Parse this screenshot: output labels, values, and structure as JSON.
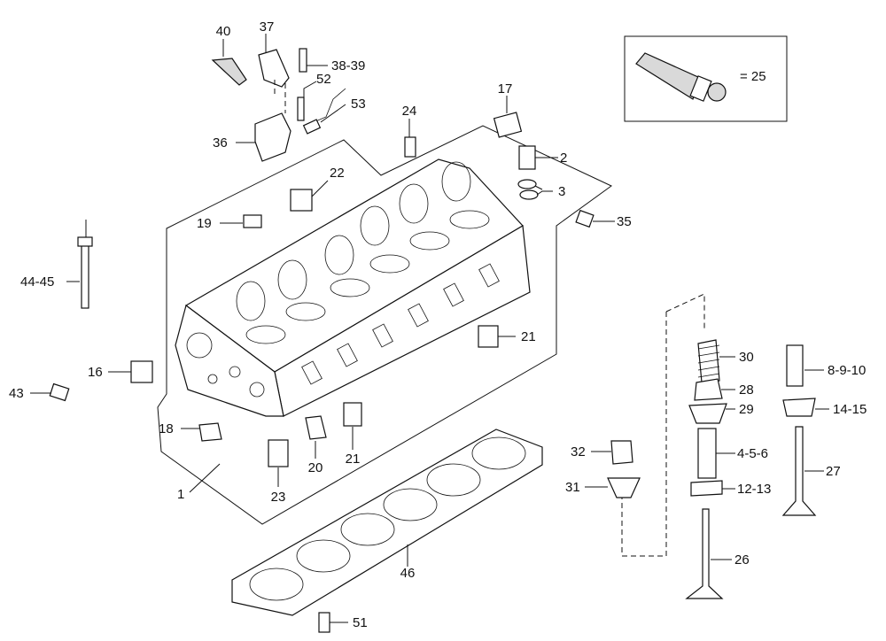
{
  "callouts": {
    "p1": "1",
    "p2": "2",
    "p3": "3",
    "p16": "16",
    "p17": "17",
    "p18": "18",
    "p19": "19",
    "p20": "20",
    "p21a": "21",
    "p21b": "21",
    "p22": "22",
    "p23": "23",
    "p24": "24",
    "p25": "= 25",
    "p26": "26",
    "p27": "27",
    "p28": "28",
    "p29": "29",
    "p30": "30",
    "p31": "31",
    "p32": "32",
    "p35": "35",
    "p36": "36",
    "p37": "37",
    "p38_39": "38-39",
    "p40": "40",
    "p43": "43",
    "p44_45": "44-45",
    "p46": "46",
    "p51": "51",
    "p52": "52",
    "p53": "53",
    "p4_5_6": "4-5-6",
    "p8_9_10": "8-9-10",
    "p12_13": "12-13",
    "p14_15": "14-15"
  }
}
